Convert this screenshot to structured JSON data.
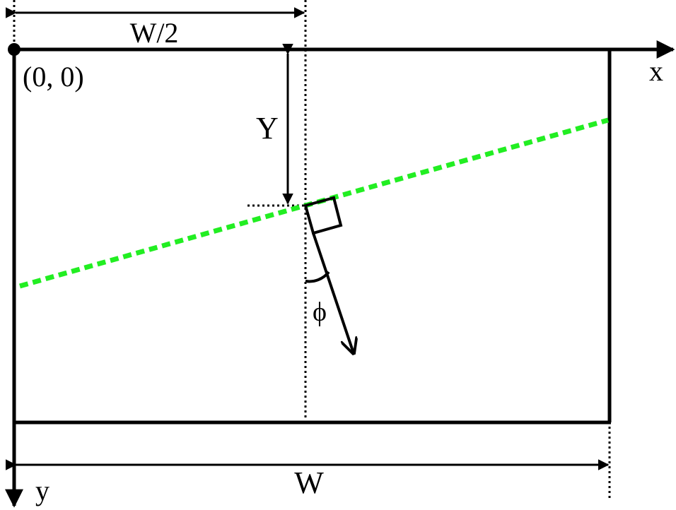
{
  "labels": {
    "half_width": "W/2",
    "origin": "(0, 0)",
    "x_axis": "x",
    "y_axis": "y",
    "offset_y": "Y",
    "angle": "ϕ",
    "width": "W"
  },
  "colors": {
    "stroke": "#000000",
    "line_of_interest": "#22ee22",
    "background": "#ffffff"
  }
}
